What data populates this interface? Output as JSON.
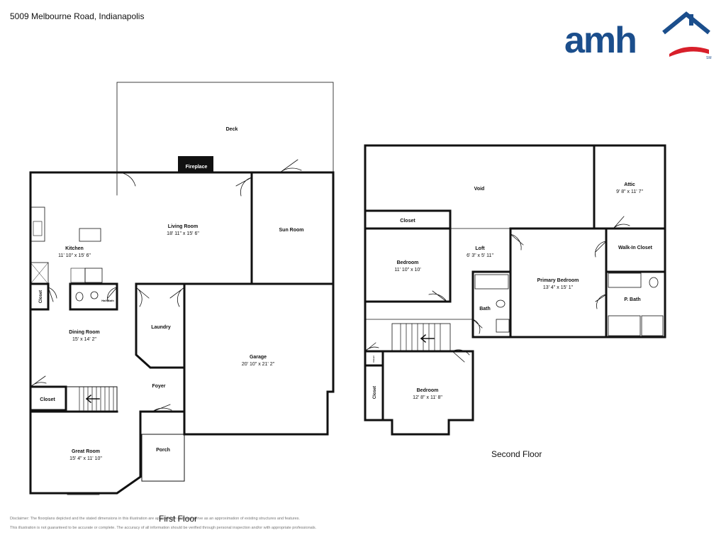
{
  "header": {
    "address": "5009 Melbourne Road, Indianapolis"
  },
  "logo": {
    "text": "amh",
    "mark": "SM",
    "colors": {
      "blue": "#1b4e8c",
      "red": "#d81f2a"
    }
  },
  "first_floor": {
    "label": "First Floor",
    "rooms": {
      "deck": {
        "name": "Deck"
      },
      "fireplace": {
        "name": "Fireplace"
      },
      "living": {
        "name": "Living Room",
        "dims": "18' 11\" x 15' 6\""
      },
      "sun": {
        "name": "Sun Room"
      },
      "kitchen": {
        "name": "Kitchen",
        "dims": "11' 10\" x 15' 6\""
      },
      "closet_k": {
        "name": "Closet"
      },
      "half_bath": {
        "name": "Half Bath"
      },
      "laundry": {
        "name": "Laundry"
      },
      "dining": {
        "name": "Dining Room",
        "dims": "15' x 14' 2\""
      },
      "garage": {
        "name": "Garage",
        "dims": "20' 10\" x 21' 2\""
      },
      "foyer": {
        "name": "Foyer"
      },
      "closet_s": {
        "name": "Closet"
      },
      "porch": {
        "name": "Porch"
      },
      "great": {
        "name": "Great Room",
        "dims": "15' 4\" x 11' 10\""
      }
    }
  },
  "second_floor": {
    "label": "Second Floor",
    "rooms": {
      "void": {
        "name": "Void"
      },
      "attic": {
        "name": "Attic",
        "dims": "9' 8\" x 11' 7\""
      },
      "closet_top": {
        "name": "Closet"
      },
      "bedroom1": {
        "name": "Bedroom",
        "dims": "11' 10\" x 10'"
      },
      "loft": {
        "name": "Loft",
        "dims": "6' 3\" x 5' 11\""
      },
      "primary": {
        "name": "Primary Bedroom",
        "dims": "13' 4\" x 15' 1\""
      },
      "walkin": {
        "name": "Walk-In Closet"
      },
      "bath": {
        "name": "Bath"
      },
      "pbath": {
        "name": "P. Bath"
      },
      "closet_tiny": {
        "name": "Closet"
      },
      "closet_side": {
        "name": "Closet"
      },
      "bedroom2": {
        "name": "Bedroom",
        "dims": "12' 8\" x 11' 8\""
      }
    }
  },
  "disclaimer": {
    "line1": "Disclaimer: The floorplans depicted and the stated dimensions in this illustration are approximate only and serve as an approximation of existing structures and features.",
    "line2": "This illustration is not guaranteed to be accurate or complete. The accuracy of all information should be verified through personal inspection and/or with appropriate professionals."
  }
}
